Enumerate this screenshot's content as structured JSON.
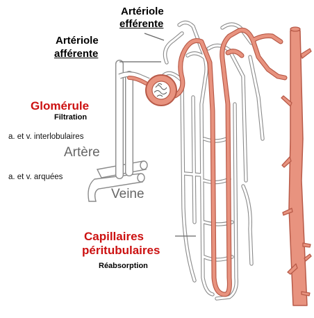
{
  "labels": {
    "efferent_line1": "Artériole",
    "efferent_line2": "efférente",
    "afferent_line1": "Artériole",
    "afferent_line2": "afférente",
    "glomerule": "Glomérule",
    "filtration": "Filtration",
    "interlobular": "a. et v. interlobulaires",
    "artere": "Artère",
    "arcuate": "a. et v. arquées",
    "veine": "Veine",
    "capillaires_line1": "Capillaires",
    "capillaires_line2": "péritubulaires",
    "reabsorption": "Réabsorption"
  },
  "colors": {
    "vessel_fill": "#e8937f",
    "vessel_stroke": "#b85a48",
    "vein_fill": "#ffffff",
    "vein_stroke": "#8a8a8a",
    "emphasis_red": "#cc1111"
  }
}
